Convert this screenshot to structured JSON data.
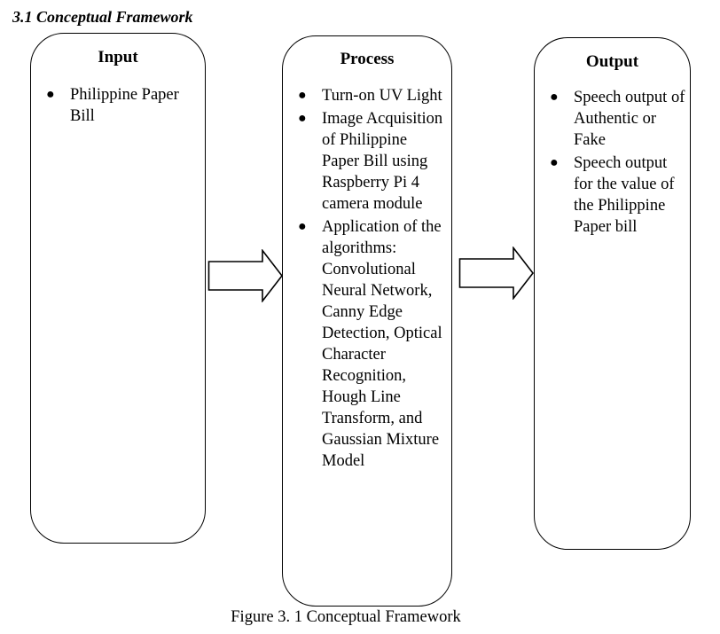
{
  "heading": "3.1 Conceptual Framework",
  "input": {
    "title": "Input",
    "items": [
      "Philippine Paper Bill"
    ]
  },
  "process": {
    "title": "Process",
    "items": [
      "Turn-on UV Light",
      "Image Acquisition of Philippine Paper Bill using Raspberry Pi 4 camera module",
      "Application of the algorithms: Convolutional Neural Network, Canny Edge Detection, Optical Character Recognition, Hough Line Transform, and Gaussian Mixture Model"
    ]
  },
  "output": {
    "title": "Output",
    "items": [
      "Speech output of Authentic or Fake",
      "Speech output for the value of the Philippine Paper bill"
    ]
  },
  "caption": "Figure 3. 1 Conceptual Framework"
}
